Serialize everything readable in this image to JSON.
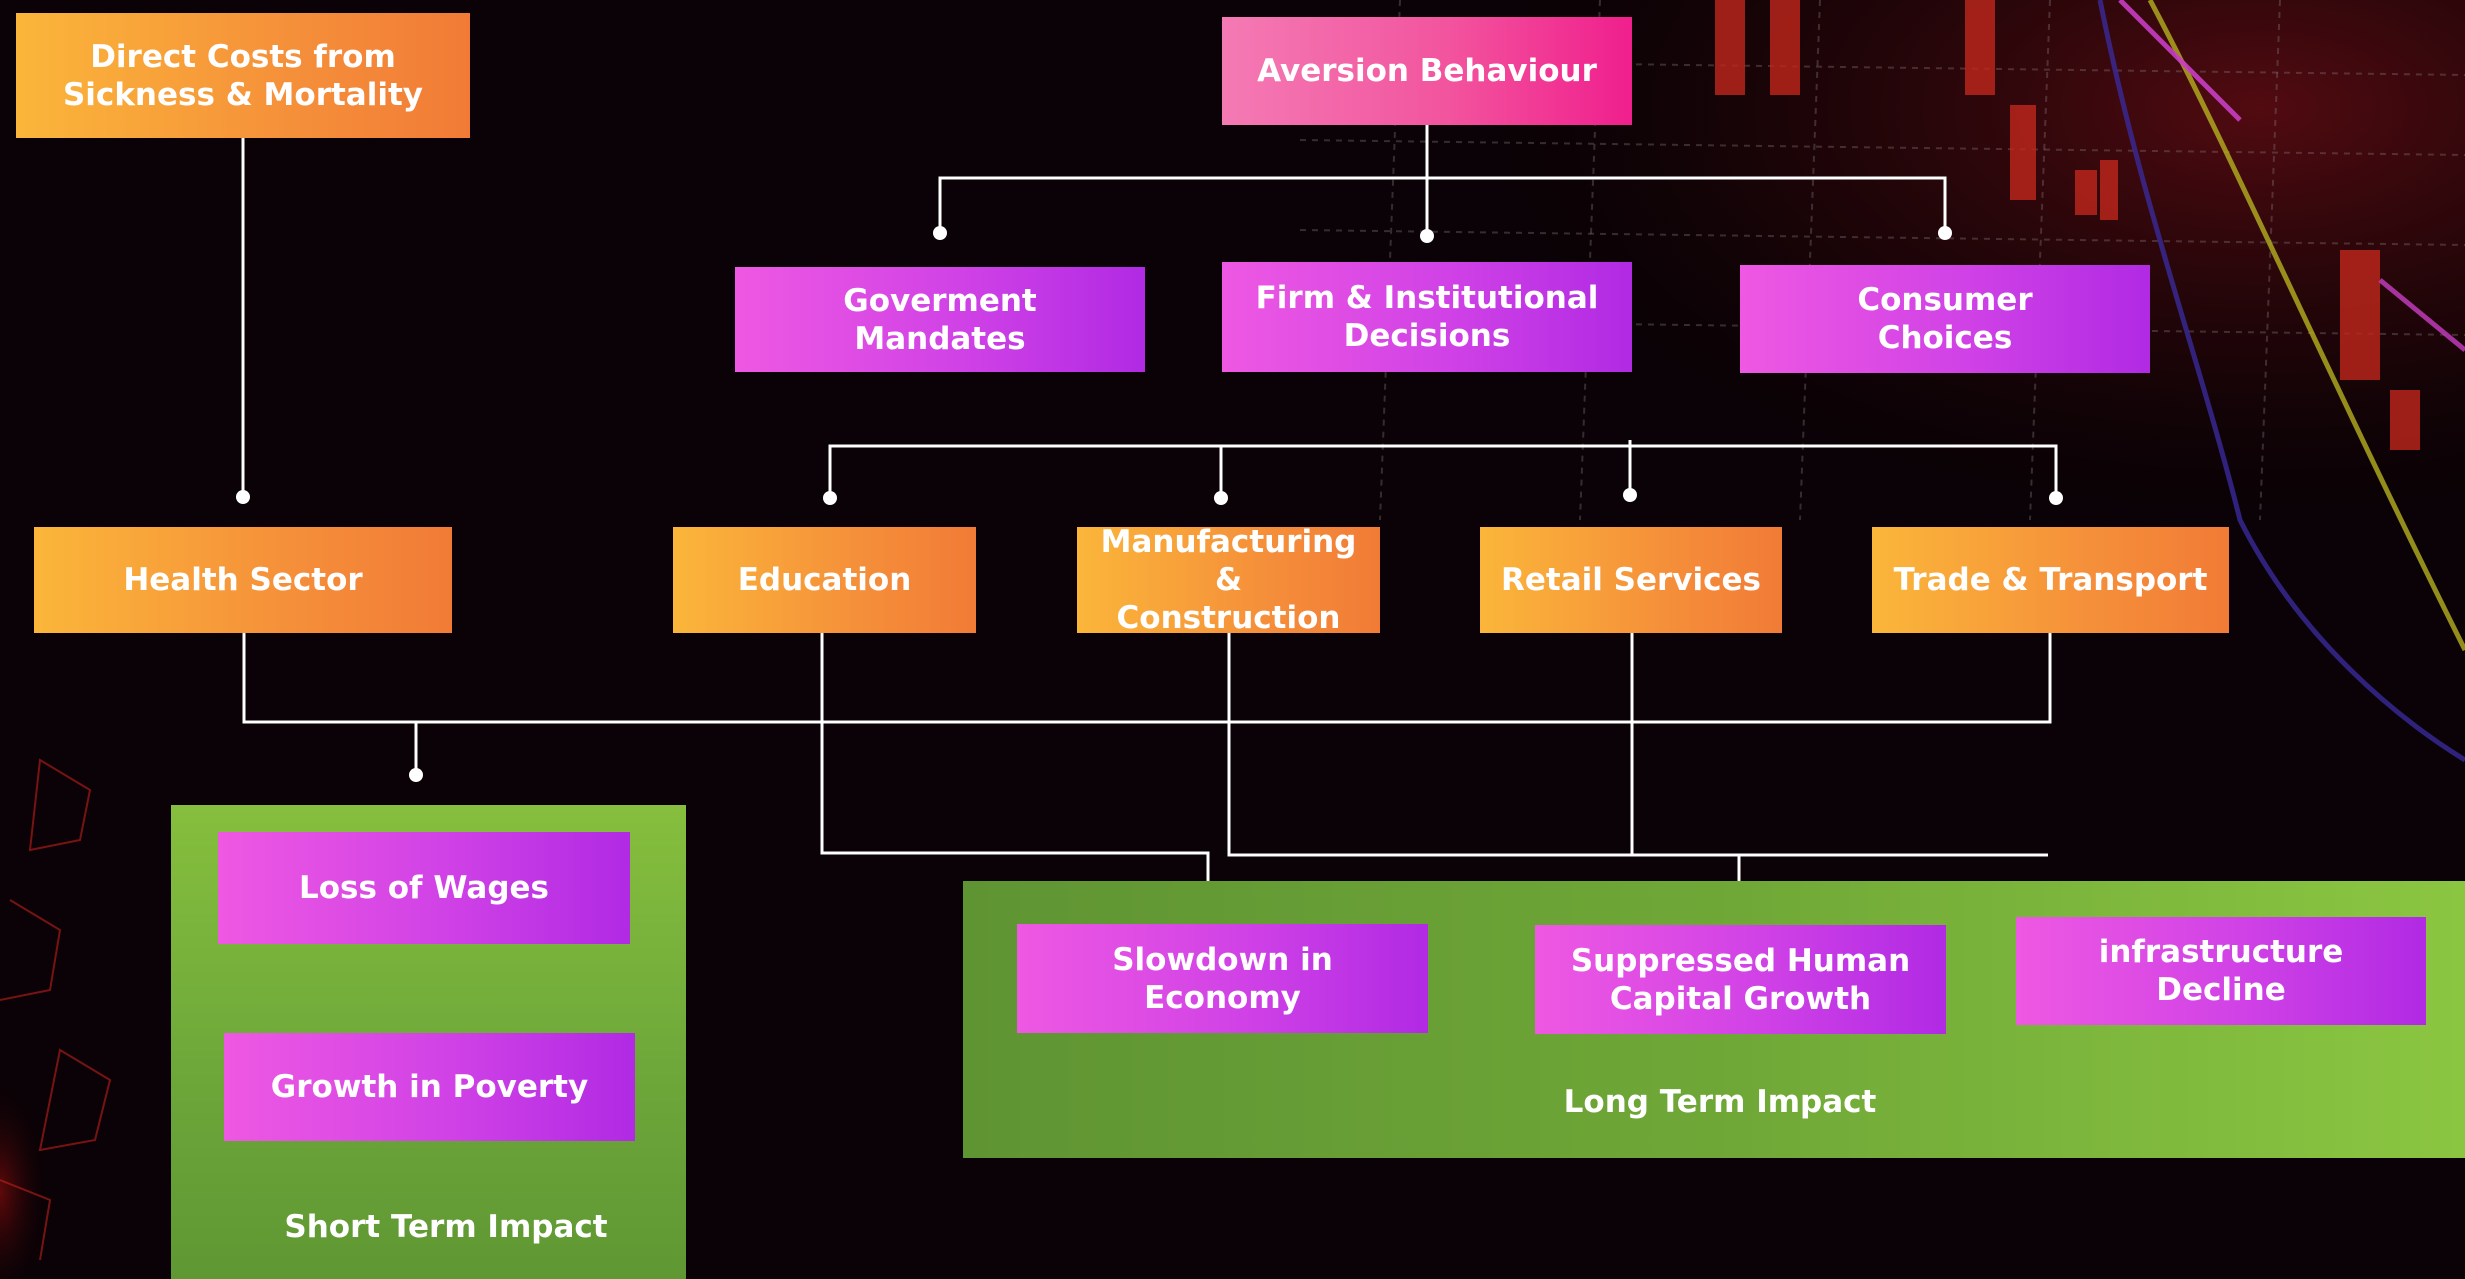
{
  "title": "Aversion Behaviour",
  "direct_costs": "Direct Costs from\nSickness & Mortality",
  "decisions": {
    "government": "Goverment\nMandates",
    "firm": "Firm & Institutional\nDecisions",
    "consumer": "Consumer\nChoices"
  },
  "sectors": {
    "health": "Health Sector",
    "education": "Education",
    "manufacturing": "Manufacturing &\nConstruction",
    "retail": "Retail Services",
    "trade": "Trade & Transport"
  },
  "short_term": {
    "label": "Short Term Impact",
    "loss_of_wages": "Loss of Wages",
    "growth_in_poverty": "Growth in Poverty"
  },
  "long_term": {
    "label": "Long Term Impact",
    "slowdown": "Slowdown in\nEconomy",
    "suppressed": "Suppressed Human\nCapital Growth",
    "infrastructure": "infrastructure\nDecline"
  }
}
